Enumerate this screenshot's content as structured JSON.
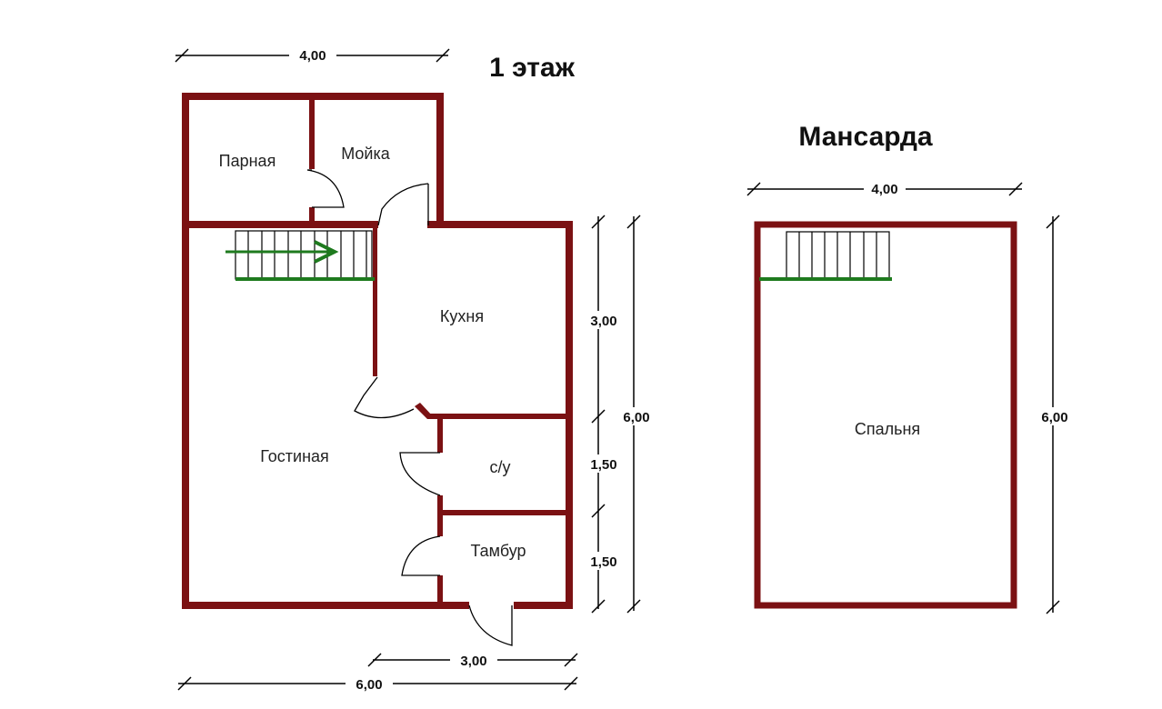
{
  "titles": {
    "floor1": "1 этаж",
    "attic": "Мансарда"
  },
  "rooms": {
    "parnaya": "Парная",
    "moika": "Мойка",
    "kukhnya": "Кухня",
    "gostinaya": "Гостиная",
    "su": "с/у",
    "tambur": "Тамбур",
    "spalnya": "Спальня"
  },
  "dimensions": {
    "floor1_top_width": "4,00",
    "floor1_kitchen_height": "3,00",
    "floor1_total_height": "6,00",
    "floor1_su_height": "1,50",
    "floor1_tambur_height": "1,50",
    "floor1_bottom_partial": "3,00",
    "floor1_bottom_total": "6,00",
    "attic_width": "4,00",
    "attic_height": "6,00"
  },
  "colors": {
    "wall": "#7b1113",
    "stairs_accent": "#1e7a1e"
  }
}
